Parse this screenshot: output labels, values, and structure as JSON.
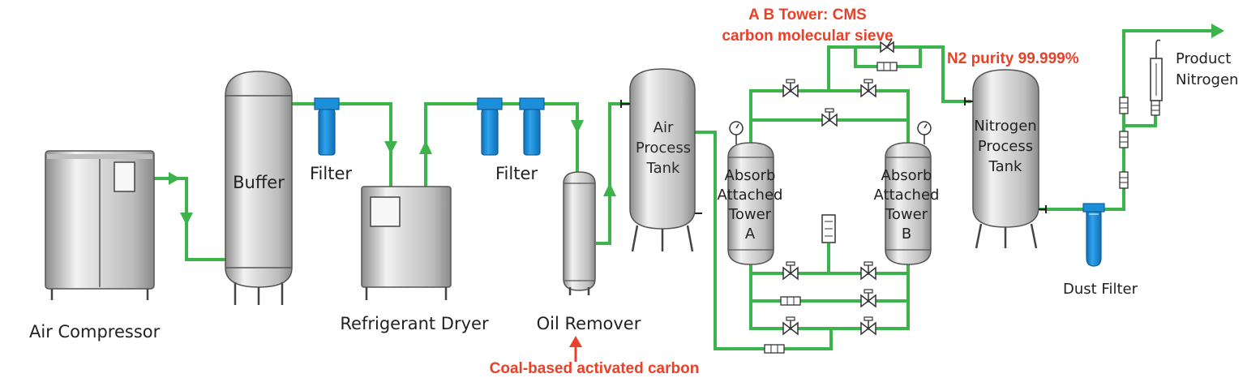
{
  "labels": {
    "air_compressor": "Air Compressor",
    "buffer": "Buffer",
    "filter_1": "Filter",
    "refrigerant_dryer": "Refrigerant Dryer",
    "filter_2": "Filter",
    "oil_remover": "Oil Remover",
    "air_tank_1": "Air",
    "air_tank_2": "Process",
    "air_tank_3": "Tank",
    "tower_a_1": "Absorb",
    "tower_a_2": "Attached",
    "tower_a_3": "Tower",
    "tower_a_4": "A",
    "tower_b_1": "Absorb",
    "tower_b_2": "Attached",
    "tower_b_3": "Tower",
    "tower_b_4": "B",
    "n2_tank_1": "Nitrogen",
    "n2_tank_2": "Process",
    "n2_tank_3": "Tank",
    "dust_filter": "Dust Filter",
    "product_1": "Product",
    "product_2": "Nitrogen"
  },
  "annotations": {
    "ab_tower_1": "A B Tower: CMS",
    "ab_tower_2": "carbon molecular sieve",
    "n2_purity": "N2 purity 99.999%",
    "activated_carbon": "Coal-based activated carbon"
  },
  "colors": {
    "pipe": "#3cb44b",
    "annotation": "#e8412a",
    "filter": "#1b8fd9"
  }
}
